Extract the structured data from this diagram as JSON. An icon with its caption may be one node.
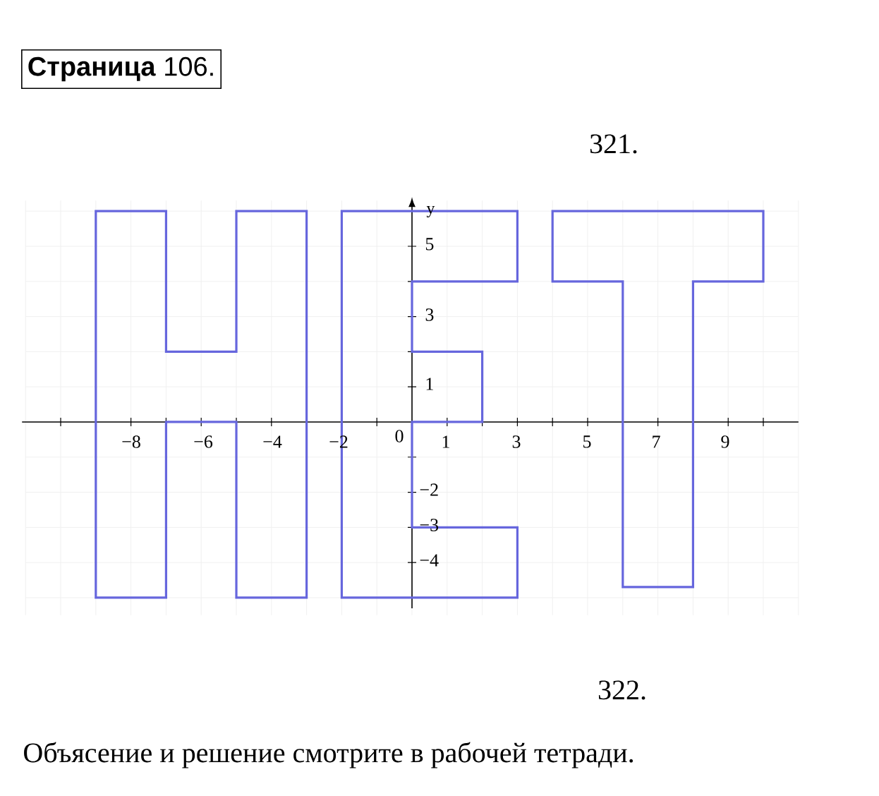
{
  "diagram": {
    "nodes": [
      {
        "text": [
          "**Страница** 106."
        ]
      }
    ],
    "labels": [
      "321.",
      "y",
      "5",
      "3",
      "1",
      "−8",
      "−6",
      "−4",
      "−2",
      "0",
      "1",
      "3",
      "5",
      "7",
      "9",
      "−2",
      "−3",
      "−4",
      "322.",
      "Объясение и решение смотрите в рабочей тетради."
    ]
  }
}
